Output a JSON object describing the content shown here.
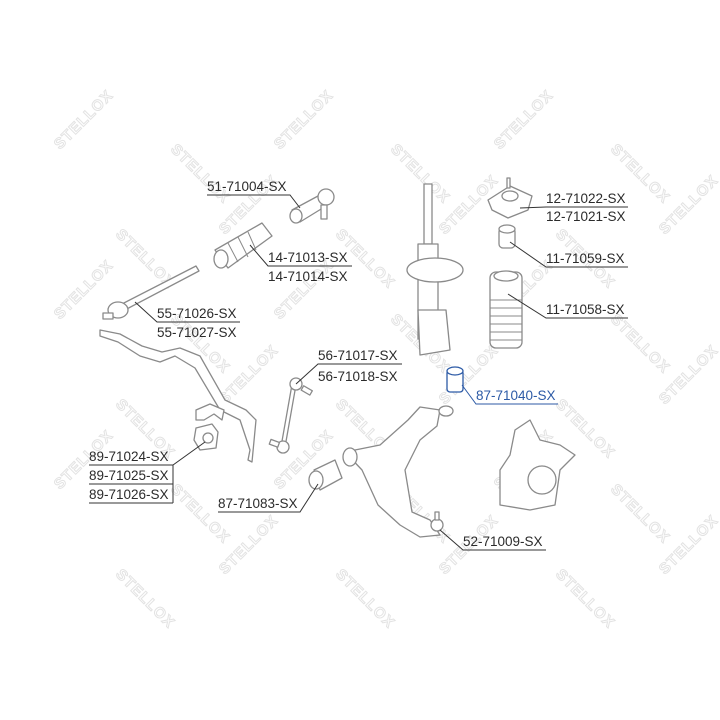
{
  "watermark": {
    "text": "STELLOX"
  },
  "highlight_color": "#2c5aa6",
  "parts": [
    {
      "id": "tie-rod-end",
      "labels": [
        "51-71004-SX"
      ]
    },
    {
      "id": "steering-boot",
      "labels": [
        "14-71013-SX",
        "14-71014-SX"
      ]
    },
    {
      "id": "tie-rod",
      "labels": [
        "55-71026-SX",
        "55-71027-SX"
      ]
    },
    {
      "id": "stabilizer-link",
      "labels": [
        "56-71017-SX",
        "56-71018-SX"
      ]
    },
    {
      "id": "stabilizer-bushing",
      "labels": [
        "89-71024-SX",
        "89-71025-SX",
        "89-71026-SX"
      ]
    },
    {
      "id": "control-arm-bushing-front",
      "labels": [
        "87-71083-SX"
      ]
    },
    {
      "id": "strut-mount",
      "labels": [
        "12-71022-SX",
        "12-71021-SX"
      ]
    },
    {
      "id": "bump-stop",
      "labels": [
        "11-71059-SX"
      ]
    },
    {
      "id": "dust-boot",
      "labels": [
        "11-71058-SX"
      ]
    },
    {
      "id": "control-arm-bushing-rear",
      "labels": [
        "87-71040-SX"
      ],
      "highlighted": true
    },
    {
      "id": "ball-joint",
      "labels": [
        "52-71009-SX"
      ]
    }
  ]
}
